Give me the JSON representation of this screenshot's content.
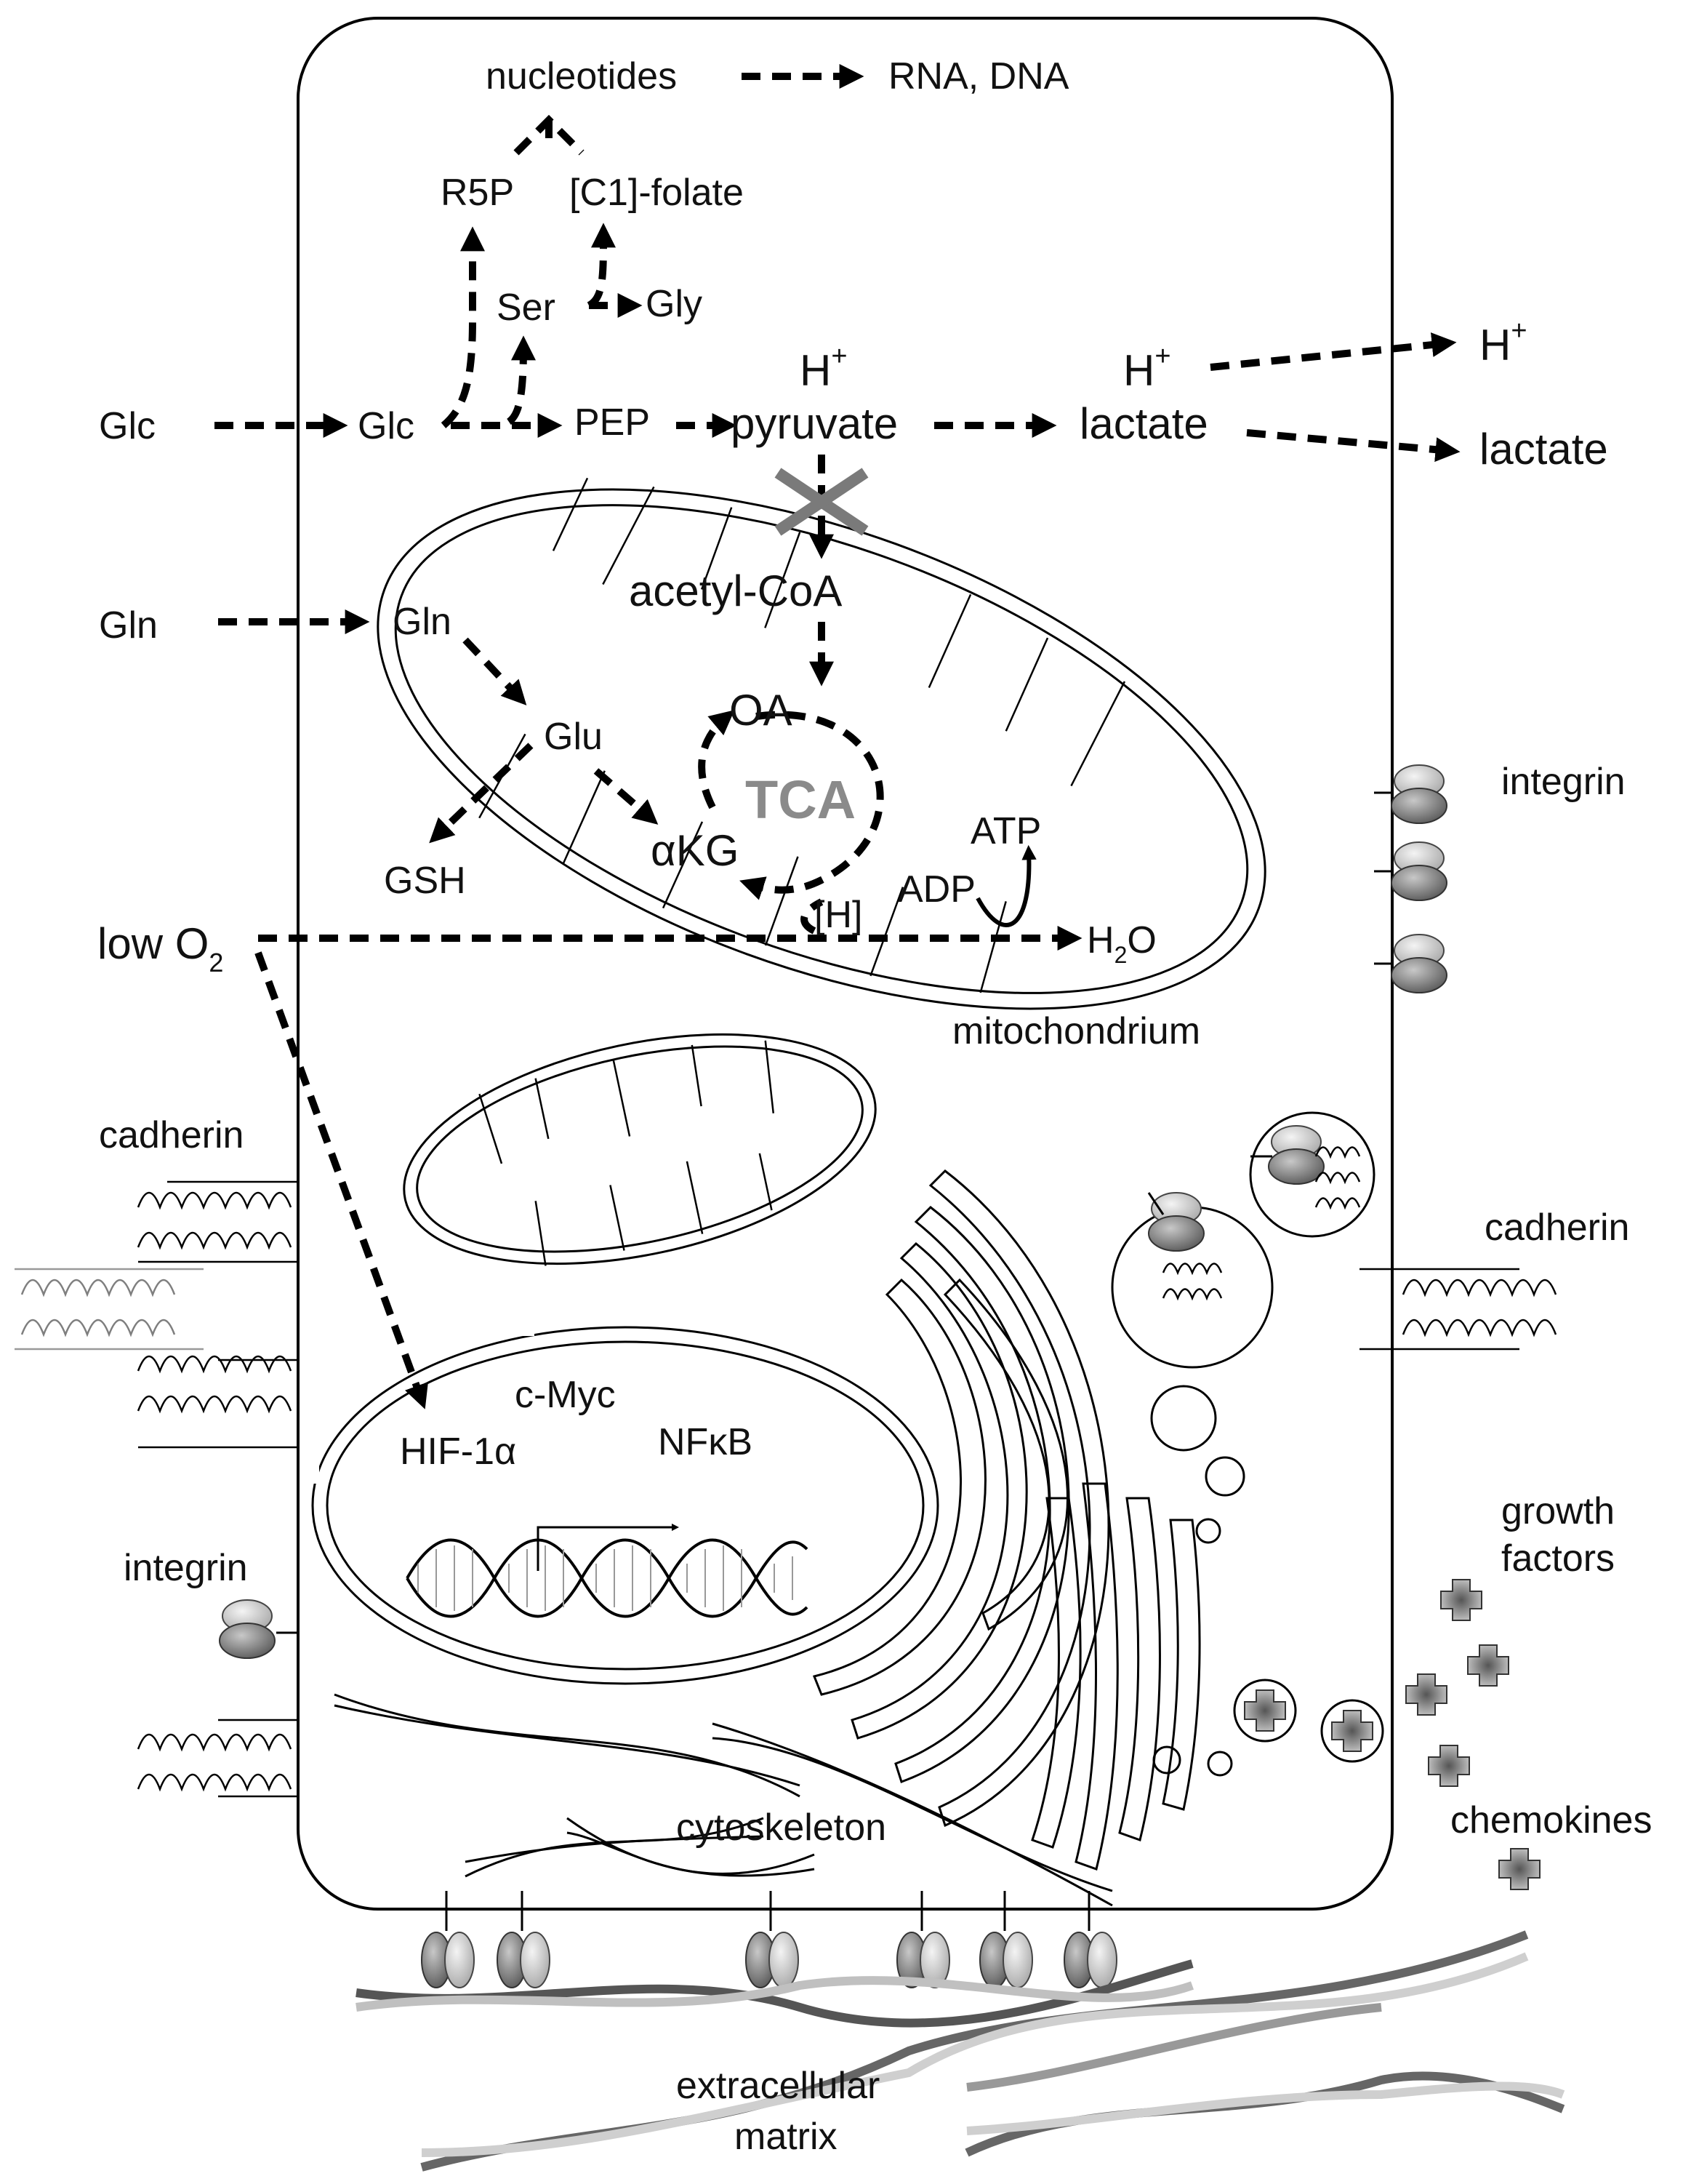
{
  "colors": {
    "line": "#000000",
    "gray_label": "#8a8a8a",
    "gray_cross": "#7a7a7a",
    "integrin_light": "#d0d0d0",
    "integrin_dark": "#777777"
  },
  "icons": [
    "integrin-icon",
    "cadherin-icon",
    "growth-factor-icon",
    "dna-helix-icon",
    "cytoskeleton-fiber-icon",
    "inhibition-cross-icon"
  ],
  "labels": {
    "nucleotides": "nucleotides",
    "rna_dna": "RNA, DNA",
    "r5p": "R5P",
    "c1_folate": "[C1]-folate",
    "ser": "Ser",
    "gly": "Gly",
    "glc_out": "Glc",
    "glc_in": "Glc",
    "pep": "PEP",
    "h_plus_1": "H",
    "pyruvate": "pyruvate",
    "h_plus_2": "H",
    "lactate_in": "lactate",
    "h_plus_3": "H",
    "lactate_out": "lactate",
    "superscript_plus": "+",
    "acetyl_coa": "acetyl-CoA",
    "gln_out": "Gln",
    "gln_in": "Gln",
    "glu": "Glu",
    "gsh": "GSH",
    "oa": "OA",
    "tca": "TCA",
    "akg": "αKG",
    "atp": "ATP",
    "adp": "ADP",
    "h_bracket": "[H]",
    "low_o2": "low O",
    "subscript_2": "2",
    "h2o_h": "H",
    "h2o_o": "O",
    "mitochondrium": "mitochondrium",
    "integrin_right": "integrin",
    "cadherin_left": "cadherin",
    "cadherin_right": "cadherin",
    "c_myc": "c-Myc",
    "hif1a": "HIF-1α",
    "nfkb": "NFκB",
    "integrin_left": "integrin",
    "growth_factors_1": "growth",
    "growth_factors_2": "factors",
    "chemokines": "chemokines",
    "cytoskeleton": "cytoskeleton",
    "ecm_1": "extracellular",
    "ecm_2": "matrix"
  }
}
